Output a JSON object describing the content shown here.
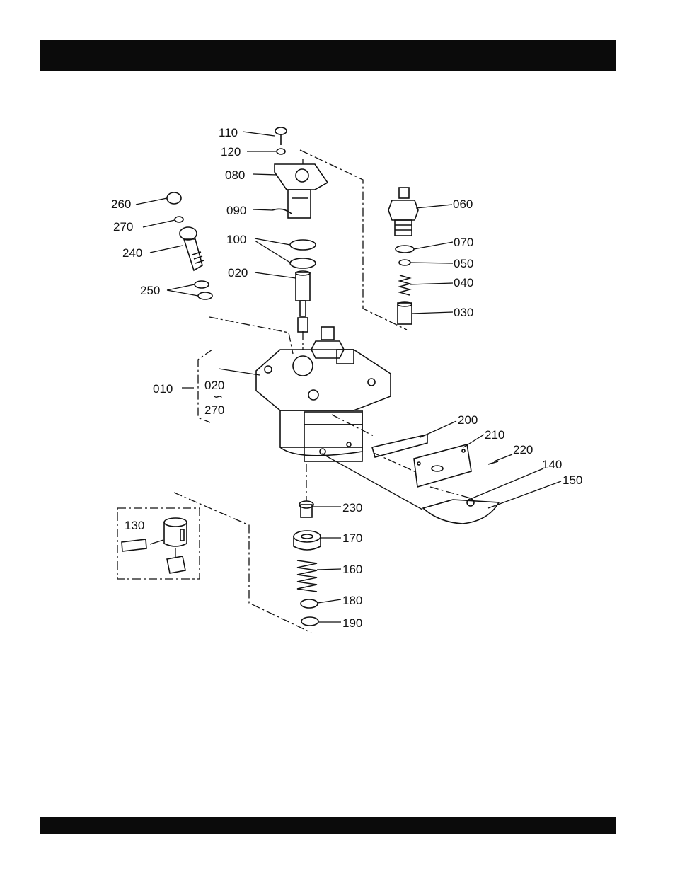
{
  "header_bar": {
    "text": ""
  },
  "footer_bar": {
    "text": ""
  },
  "diagram": {
    "labels": {
      "p110": "110",
      "p120": "120",
      "p080": "080",
      "p090": "090",
      "p100": "100",
      "p020": "020",
      "p260": "260",
      "p270": "270",
      "p240": "240",
      "p250": "250",
      "p060": "060",
      "p070": "070",
      "p050": "050",
      "p040": "040",
      "p030": "030",
      "p010": "010",
      "range_start": "020",
      "range_sep": "∽",
      "range_end": "270",
      "p200": "200",
      "p210": "210",
      "p220": "220",
      "p140": "140",
      "p150": "150",
      "p230": "230",
      "p170": "170",
      "p160": "160",
      "p180": "180",
      "p190": "190",
      "p130": "130"
    }
  }
}
